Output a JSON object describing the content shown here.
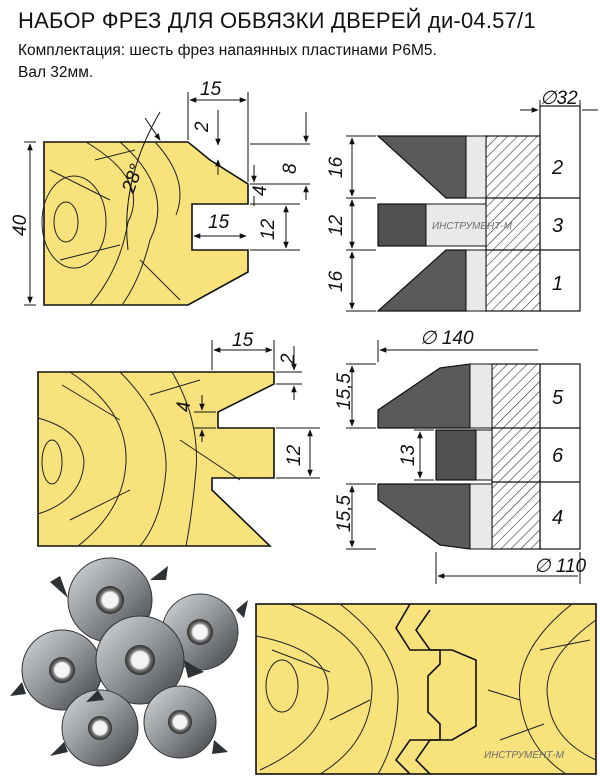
{
  "header": {
    "title": "НАБОР ФРЕЗ ДЛЯ ОБВЯЗКИ ДВЕРЕЙ ди-04.57/1",
    "line1": "Комплектация: шесть фрез напаянных пластинами Р6М5.",
    "line2": "Вал 32мм."
  },
  "profile_top": {
    "dims": {
      "width15": "15",
      "d2": "2",
      "angle": "28°",
      "d8": "8",
      "d4": "4",
      "slot15": "15",
      "slot12": "12",
      "height40": "40"
    }
  },
  "stack_top": {
    "dims": {
      "bore": "∅32",
      "h16a": "16",
      "h12": "12",
      "h16b": "16"
    },
    "cutter_numbers": [
      "2",
      "3",
      "1"
    ],
    "watermark": "ИНСТРУМЕНТ-М"
  },
  "profile_bottom": {
    "dims": {
      "width15": "15",
      "d2": "2",
      "d4": "4",
      "d12": "12"
    }
  },
  "stack_bottom": {
    "dims": {
      "dia140": "∅ 140",
      "h155a": "15,5",
      "h13": "13",
      "h155b": "15,5",
      "dia110": "∅ 110"
    },
    "cutter_numbers": [
      "5",
      "6",
      "4"
    ]
  },
  "assembly": {
    "watermark": "ИНСТРУМЕНТ-М"
  },
  "colors": {
    "wood": "#f7e27b",
    "steel": "#555555",
    "ink": "#111111"
  }
}
